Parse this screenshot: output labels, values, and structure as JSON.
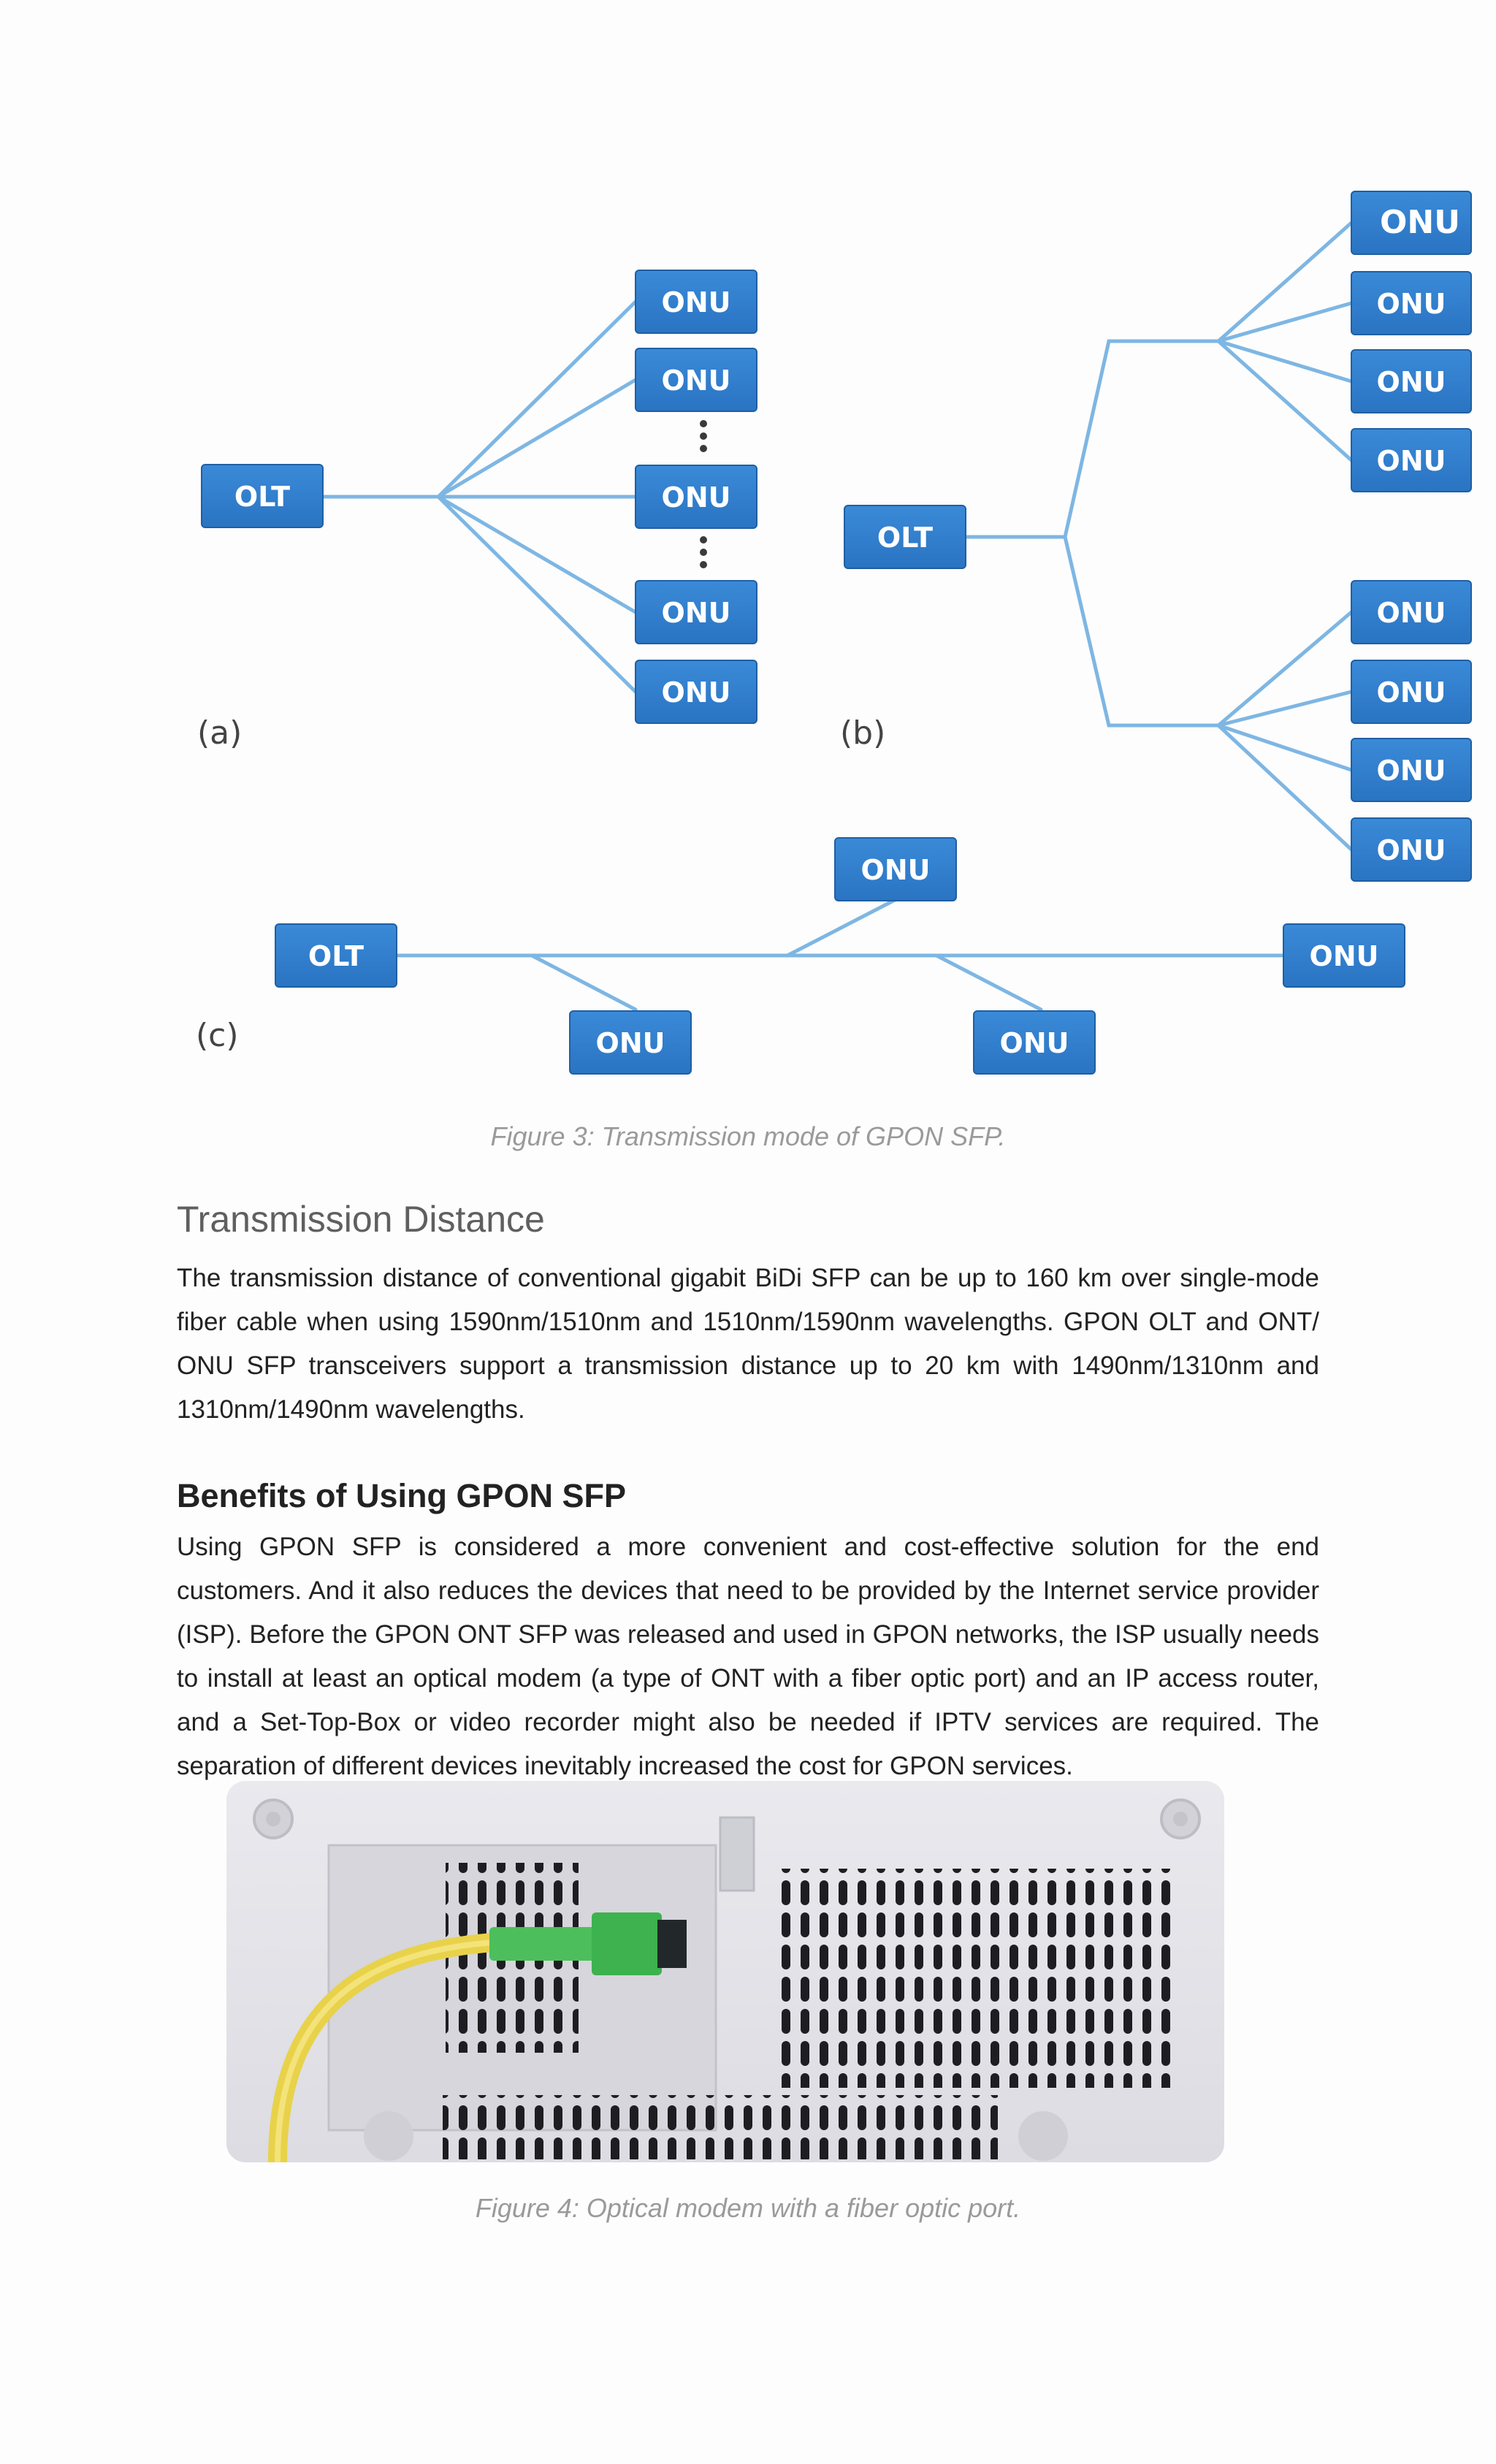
{
  "diagram": {
    "node_olt": "OLT",
    "node_onu": "ONU",
    "label_a": "(a)",
    "label_b": "(b)",
    "label_c": "(c)"
  },
  "figure3_caption": "Figure 3: Transmission mode of GPON SFP.",
  "section1": {
    "heading": "Transmission Distance",
    "body": "The transmission distance of conventional gigabit BiDi SFP can be up to 160 km over single-mode fiber cable when using 1590nm/1510nm and 1510nm/1590nm wavelengths. GPON OLT and ONT/ ONU SFP transceivers support a transmission distance up to 20 km with 1490nm/1310nm and 1310nm/1490nm wavelengths."
  },
  "section2": {
    "heading": "Benefits of Using GPON SFP",
    "body": "Using GPON SFP is considered a more convenient and cost-effective solution for the end customers. And it also reduces the devices that need to be provided by the Internet service provider (ISP). Before the GPON ONT SFP was released and used in GPON networks, the ISP usually needs to install at least an optical modem (a type of ONT with a fiber optic port) and an IP access router, and a Set-Top-Box or video recorder might also be needed if IPTV services are required. The separation of different devices inevitably increased the cost for GPON services."
  },
  "figure4_caption": "Figure 4: Optical modem with a fiber optic port.",
  "colors": {
    "node_fill": "#2f7fcf",
    "link": "#7eb6e3",
    "caption": "#9a9a9a"
  }
}
